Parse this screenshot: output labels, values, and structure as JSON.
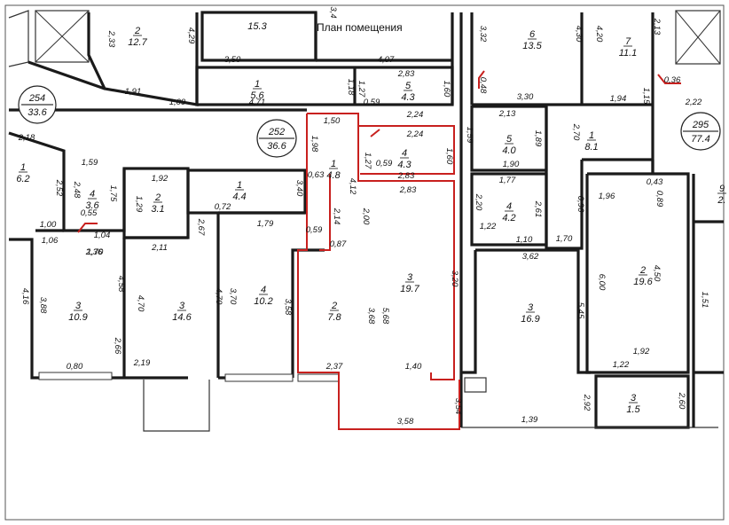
{
  "title": "План помещения",
  "apartments": [
    {
      "number": "254",
      "area": "33.6"
    },
    {
      "number": "252",
      "area": "36.6"
    },
    {
      "number": "295",
      "area": "77.4"
    }
  ],
  "rooms": [
    {
      "n": "2",
      "a": "12.7"
    },
    {
      "n": "",
      "a": "15.3"
    },
    {
      "n": "1",
      "a": "5.6"
    },
    {
      "n": "5",
      "a": "4.3"
    },
    {
      "n": "6",
      "a": "13.5"
    },
    {
      "n": "7",
      "a": "11.1"
    },
    {
      "n": "1",
      "a": "6.2"
    },
    {
      "n": "4",
      "a": "3.6"
    },
    {
      "n": "2",
      "a": "3.1"
    },
    {
      "n": "1",
      "a": "4.4"
    },
    {
      "n": "1",
      "a": "4.8"
    },
    {
      "n": "4",
      "a": "4.3"
    },
    {
      "n": "5",
      "a": "4.0"
    },
    {
      "n": "1",
      "a": "8.1"
    },
    {
      "n": "4",
      "a": "4.2"
    },
    {
      "n": "3",
      "a": "10.9"
    },
    {
      "n": "3",
      "a": "14.6"
    },
    {
      "n": "4",
      "a": "10.2"
    },
    {
      "n": "2",
      "a": "7.8"
    },
    {
      "n": "3",
      "a": "19.7"
    },
    {
      "n": "3",
      "a": "16.9"
    },
    {
      "n": "2",
      "a": "19.6"
    },
    {
      "n": "3",
      "a": "1.5"
    },
    {
      "n": "9",
      "a": "2."
    }
  ],
  "dimensions": [
    "2,33",
    "4,29",
    "1,91",
    "1,09",
    "3,50",
    "4,07",
    "3,4",
    "4,71",
    "1,18",
    "2,83",
    "1,27",
    "0,59",
    "2,24",
    "1,60",
    "3,32",
    "4,30",
    "4,20",
    "2,13",
    "0,48",
    "3,30",
    "1,94",
    "1,15",
    "0,36",
    "2,22",
    "1,50",
    "1,98",
    "0,63",
    "4,12",
    "1,27",
    "0,59",
    "2,24",
    "1,60",
    "2,83",
    "2,83",
    "2,00",
    "2,14",
    "0,59",
    "0,87",
    "1,59",
    "2,13",
    "1,89",
    "1,90",
    "2,70",
    "2,18",
    "1,59",
    "2,52",
    "2,48",
    "1,75",
    "0,55",
    "1,00",
    "1,06",
    "1,04",
    "1,70",
    "1,92",
    "1,29",
    "3,40",
    "0,72",
    "2,67",
    "1,79",
    "2,11",
    "1,77",
    "2,20",
    "2,61",
    "0,96",
    "1,96",
    "0,43",
    "0,89",
    "1,22",
    "1,10",
    "1,70",
    "2,36",
    "4,58",
    "4,16",
    "3,88",
    "4,70",
    "4,70",
    "3,70",
    "3,58",
    "3,68",
    "5,68",
    "3,20",
    "3,62",
    "5,45",
    "6,00",
    "4,50",
    "1,51",
    "2,66",
    "0,80",
    "2,19",
    "2,37",
    "1,40",
    "3,54",
    "3,58",
    "1,39",
    "2,92",
    "1,92",
    "1,22",
    "2,60"
  ]
}
